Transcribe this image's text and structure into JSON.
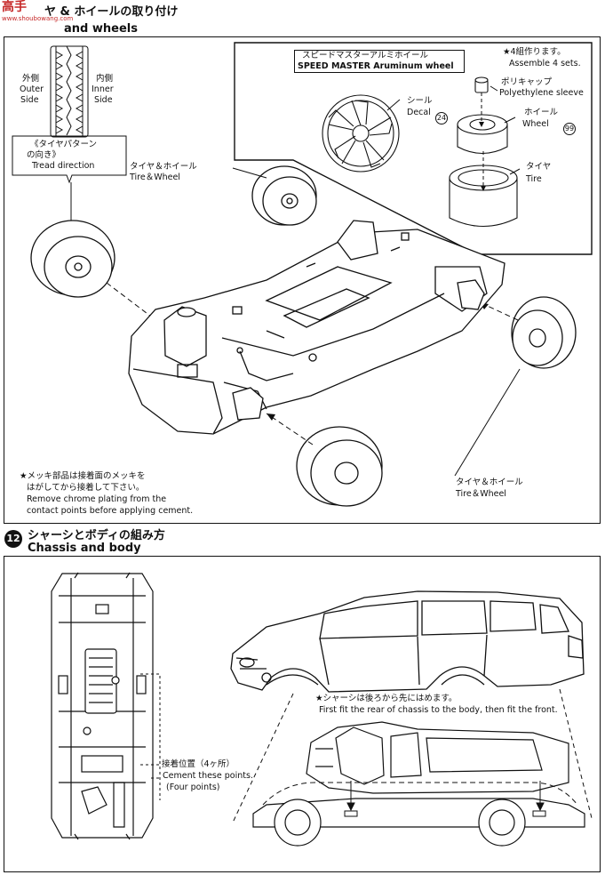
{
  "watermark": {
    "logo": "高手",
    "site": "www.shoubowang.com",
    "color": "#c62828"
  },
  "step11": {
    "title_jp": "ヤ & ホイールの取り付け",
    "title_en": "and wheels",
    "tire_legend": {
      "outer_jp": "外側",
      "outer_en1": "Outer",
      "outer_en2": "Side",
      "inner_jp": "内側",
      "inner_en1": "Inner",
      "inner_en2": "Side",
      "pattern_jp1": "《タイヤパターン",
      "pattern_jp2": "の向き》",
      "pattern_en": "Tread direction"
    },
    "tire_wheel_top": {
      "jp": "タイヤ＆ホイール",
      "en": "Tire＆Wheel"
    },
    "inset": {
      "box_jp": "スピードマスターアルミホイール",
      "box_en": "SPEED MASTER Aruminum wheel",
      "seal_jp": "シール",
      "seal_en": "Decal",
      "seal_num": "24",
      "assemble_jp": "★4組作ります。",
      "assemble_en": "Assemble 4 sets.",
      "poly_jp": "ポリキャップ",
      "poly_en": "Polyethylene sleeve",
      "wheel_jp": "ホイール",
      "wheel_en": "Wheel",
      "wheel_num": "99",
      "tire_jp": "タイヤ",
      "tire_en": "Tire"
    },
    "note": {
      "jp1": "★メッキ部品は接着面のメッキを",
      "jp2": "はがしてから接着して下さい。",
      "en1": "Remove chrome plating from the",
      "en2": "contact points before applying cement."
    },
    "tire_wheel_bottom": {
      "jp": "タイヤ＆ホイール",
      "en": "Tire＆Wheel"
    }
  },
  "step12": {
    "number": "12",
    "title_jp": "シャーシとボディの組み方",
    "title_en": "Chassis and body",
    "cement_jp": "接着位置（4ヶ所）",
    "cement_en1": "Cement these points.",
    "cement_en2": "(Four points)",
    "fit_jp": "★シャーシは後ろから先にはめます。",
    "fit_en": "First fit the rear of chassis to the body, then fit the front."
  }
}
